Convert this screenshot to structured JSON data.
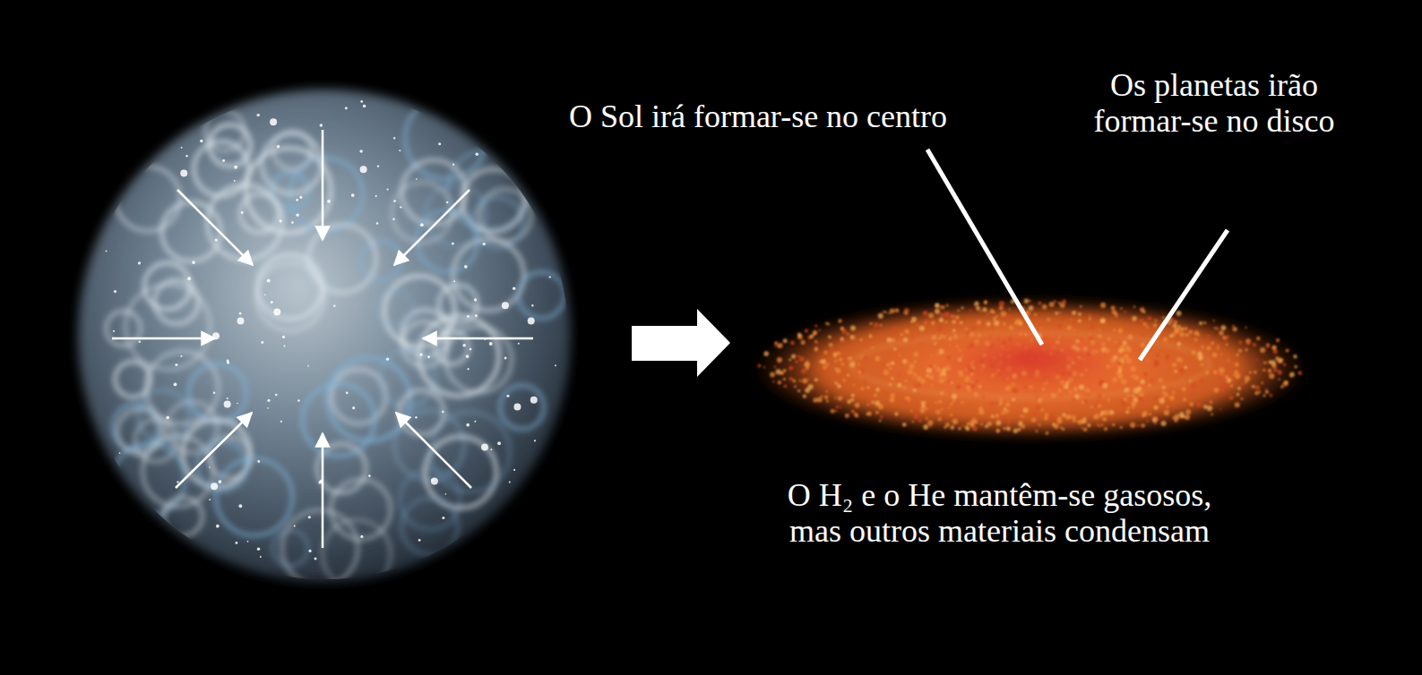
{
  "diagram": {
    "labels": [
      "O Sol irá formar-se no centro",
      "Os planetas irão formar-se no disco",
      "O H₂ e o He mantêm-se gasosos, mas outros materiais condensam"
    ]
  }
}
